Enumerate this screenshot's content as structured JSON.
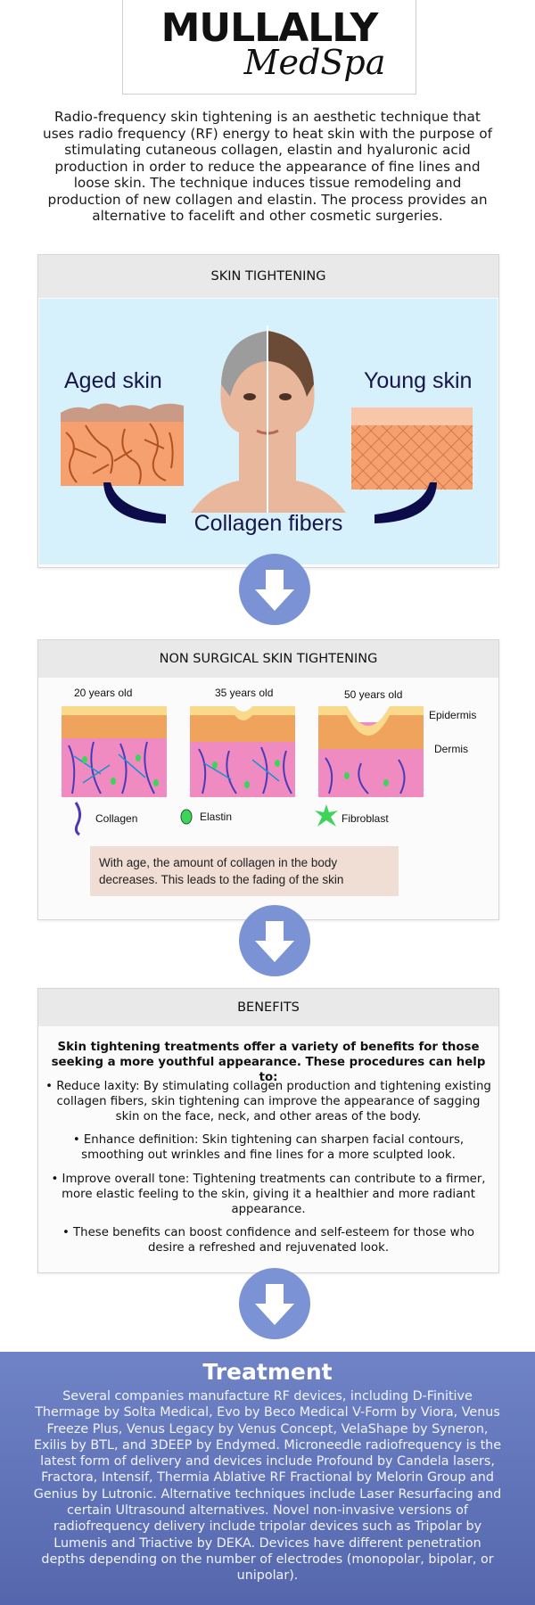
{
  "logo": {
    "main": "MULLALLY",
    "script": "MedSpa"
  },
  "intro": "Radio-frequency skin tightening is an aesthetic technique that uses radio frequency (RF) energy to heat skin with the purpose of stimulating cutaneous collagen, elastin and hyaluronic acid production in order to reduce the appearance of fine lines and loose skin. The technique induces tissue remodeling and production of new collagen and elastin. The process provides an alternative to facelift and other cosmetic surgeries.",
  "skin_tightening": {
    "title": "SKIN TIGHTENING",
    "aged_label": "Aged skin",
    "young_label": "Young skin",
    "collagen_label": "Collagen fibers"
  },
  "non_surgical": {
    "title": "NON SURGICAL SKIN TIGHTENING",
    "ages": [
      "20 years old",
      "35 years old",
      "50 years old"
    ],
    "layer_epidermis": "Epidermis",
    "layer_dermis": "Dermis",
    "legend": {
      "collagen": "Collagen",
      "elastin": "Elastin",
      "fibroblast": "Fibroblast"
    },
    "note": "With age, the amount of collagen in the body decreases. This leads to the fading of the skin"
  },
  "benefits": {
    "title": "BENEFITS",
    "intro": "Skin tightening treatments offer a variety of benefits for those seeking a more youthful appearance. These procedures can help to:",
    "items": [
      "• Reduce laxity: By stimulating collagen production and tightening existing collagen fibers, skin tightening can improve the appearance of sagging skin on the face, neck, and other areas of the body.",
      "• Enhance definition: Skin tightening can sharpen facial contours, smoothing out wrinkles and fine lines for a more sculpted look.",
      "• Improve overall tone: Tightening treatments can contribute to a firmer, more elastic feeling to the skin, giving it a healthier and more radiant appearance.",
      "• These benefits can boost confidence and self-esteem for those who desire a refreshed and rejuvenated look."
    ]
  },
  "treatment": {
    "title": "Treatment",
    "body": "Several companies manufacture RF devices, including D-Finitive Thermage by Solta Medical, Evo by Beco Medical V-Form by Viora, Venus Freeze Plus, Venus Legacy by Venus Concept, VelaShape by Syneron, Exilis by BTL, and 3DEEP by Endymed. Microneedle radiofrequency is the latest form of delivery and devices include Profound by Candela lasers, Fractora, Intensif, Thermia Ablative RF Fractional by Melorin Group and Genius by Lutronic. Alternative techniques include Laser Resurfacing and certain Ultrasound alternatives. Novel non-invasive versions of radiofrequency delivery include tripolar devices such as Tripolar by Lumenis and Triactive by DEKA. Devices have different penetration depths depending on the number of electrodes (monopolar, bipolar, or unipolar)."
  },
  "colors": {
    "arrow": "#7b93d4",
    "panel_blue": "#d6f1fb",
    "treatment_bg": "#6f83c6",
    "skin_orange": "#f5a06e",
    "epidermis_yellow": "#f9d98c",
    "dermis_pink": "#f08bc2"
  },
  "icons": [
    "down-arrow-icon",
    "collagen-icon",
    "elastin-icon",
    "fibroblast-icon"
  ]
}
